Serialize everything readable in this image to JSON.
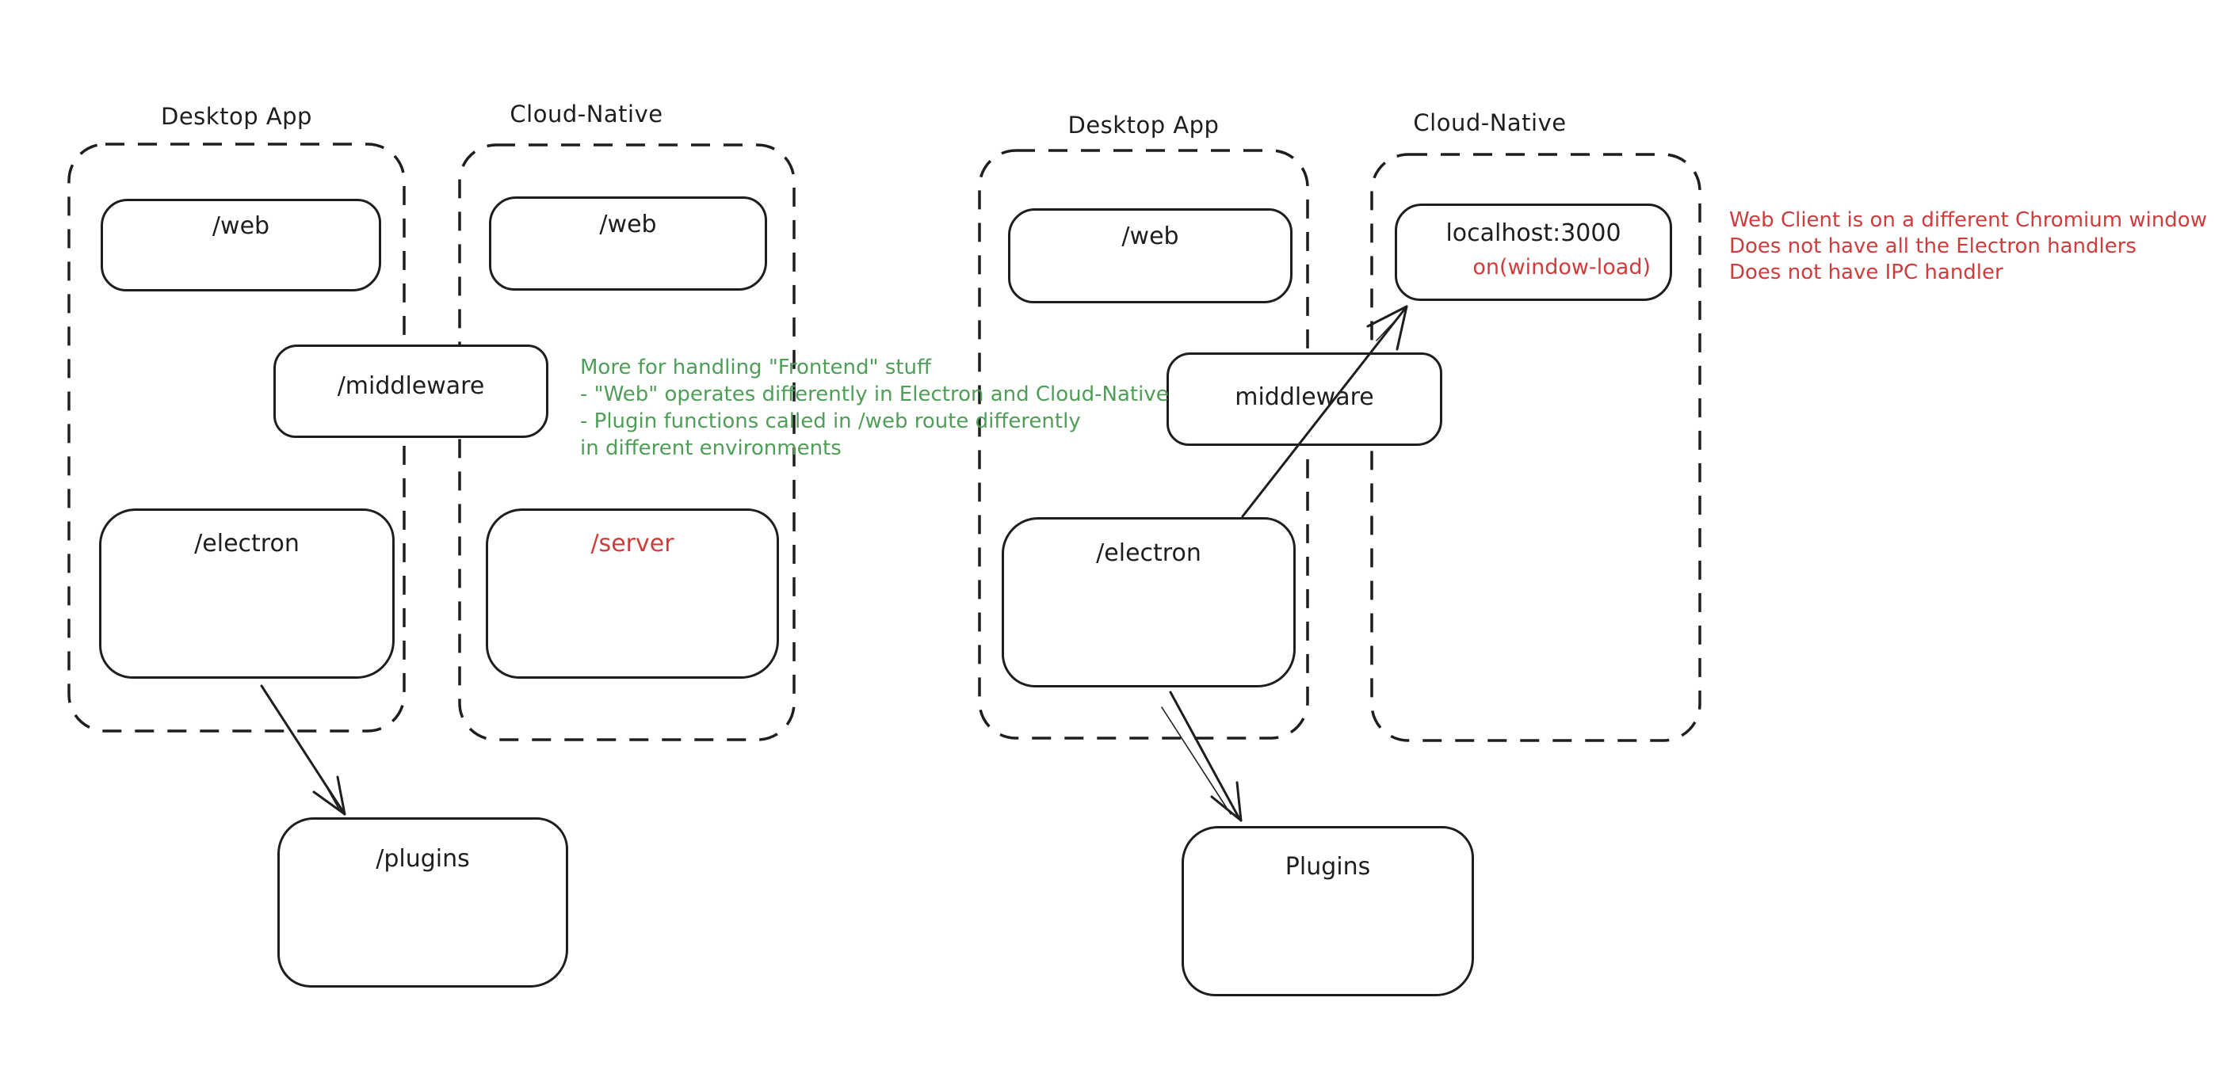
{
  "colors": {
    "ink": "#1e1e1e",
    "red": "#cf3c3c",
    "green": "#4f9e58",
    "background": "#ffffff"
  },
  "left_diagram": {
    "desktop_group": {
      "title": "Desktop App",
      "web_label": "/web",
      "electron_label": "/electron"
    },
    "cloud_group": {
      "title": "Cloud-Native",
      "web_label": "/web",
      "server_label": "/server"
    },
    "middleware_label": "/middleware",
    "plugins_label": "/plugins",
    "green_note": {
      "line1": "More for handling \"Frontend\" stuff",
      "line2": "- \"Web\" operates differently in Electron and Cloud-Native",
      "line3": "- Plugin functions called in /web route differently",
      "line4": "in different environments"
    }
  },
  "right_diagram": {
    "desktop_group": {
      "title": "Desktop App",
      "web_label": "/web",
      "electron_label": "/electron"
    },
    "cloud_group": {
      "title": "Cloud-Native",
      "localhost_label": "localhost:3000",
      "window_load_label": "on(window-load)"
    },
    "middleware_label": "middleware",
    "plugins_label": "Plugins",
    "red_note": {
      "line1": "Web Client is on a different Chromium window",
      "line2": "Does not have all the Electron handlers",
      "line3": "Does not have IPC handler"
    }
  }
}
